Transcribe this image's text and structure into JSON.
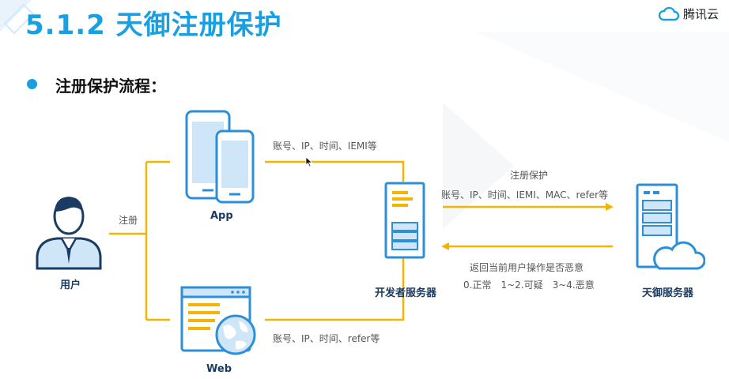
{
  "header": {
    "title": "5.1.2 天御注册保护",
    "logo_text": "腾讯云"
  },
  "section": {
    "heading": "注册保护流程："
  },
  "diagram": {
    "nodes": {
      "user": "用户",
      "app": "App",
      "web": "Web",
      "dev_server": "开发者服务器",
      "tianyu_server": "天御服务器"
    },
    "edges": {
      "register": "注册",
      "app_to_server": "账号、IP、时间、IEMI等",
      "web_to_server": "账号、IP、时间、refer等",
      "protect_title": "注册保护",
      "protect_fields": "账号、IP、时间、IEMI、MAC、refer等",
      "return_title": "返回当前用户操作是否恶意",
      "return_levels": "0.正常　1~2.可疑　3~4.恶意"
    }
  },
  "colors": {
    "accent": "#1aa0e0",
    "connector": "#f5b400",
    "icon_fill": "#cfe6f8",
    "icon_stroke": "#2d8fd8",
    "navy": "#1a3c64"
  }
}
